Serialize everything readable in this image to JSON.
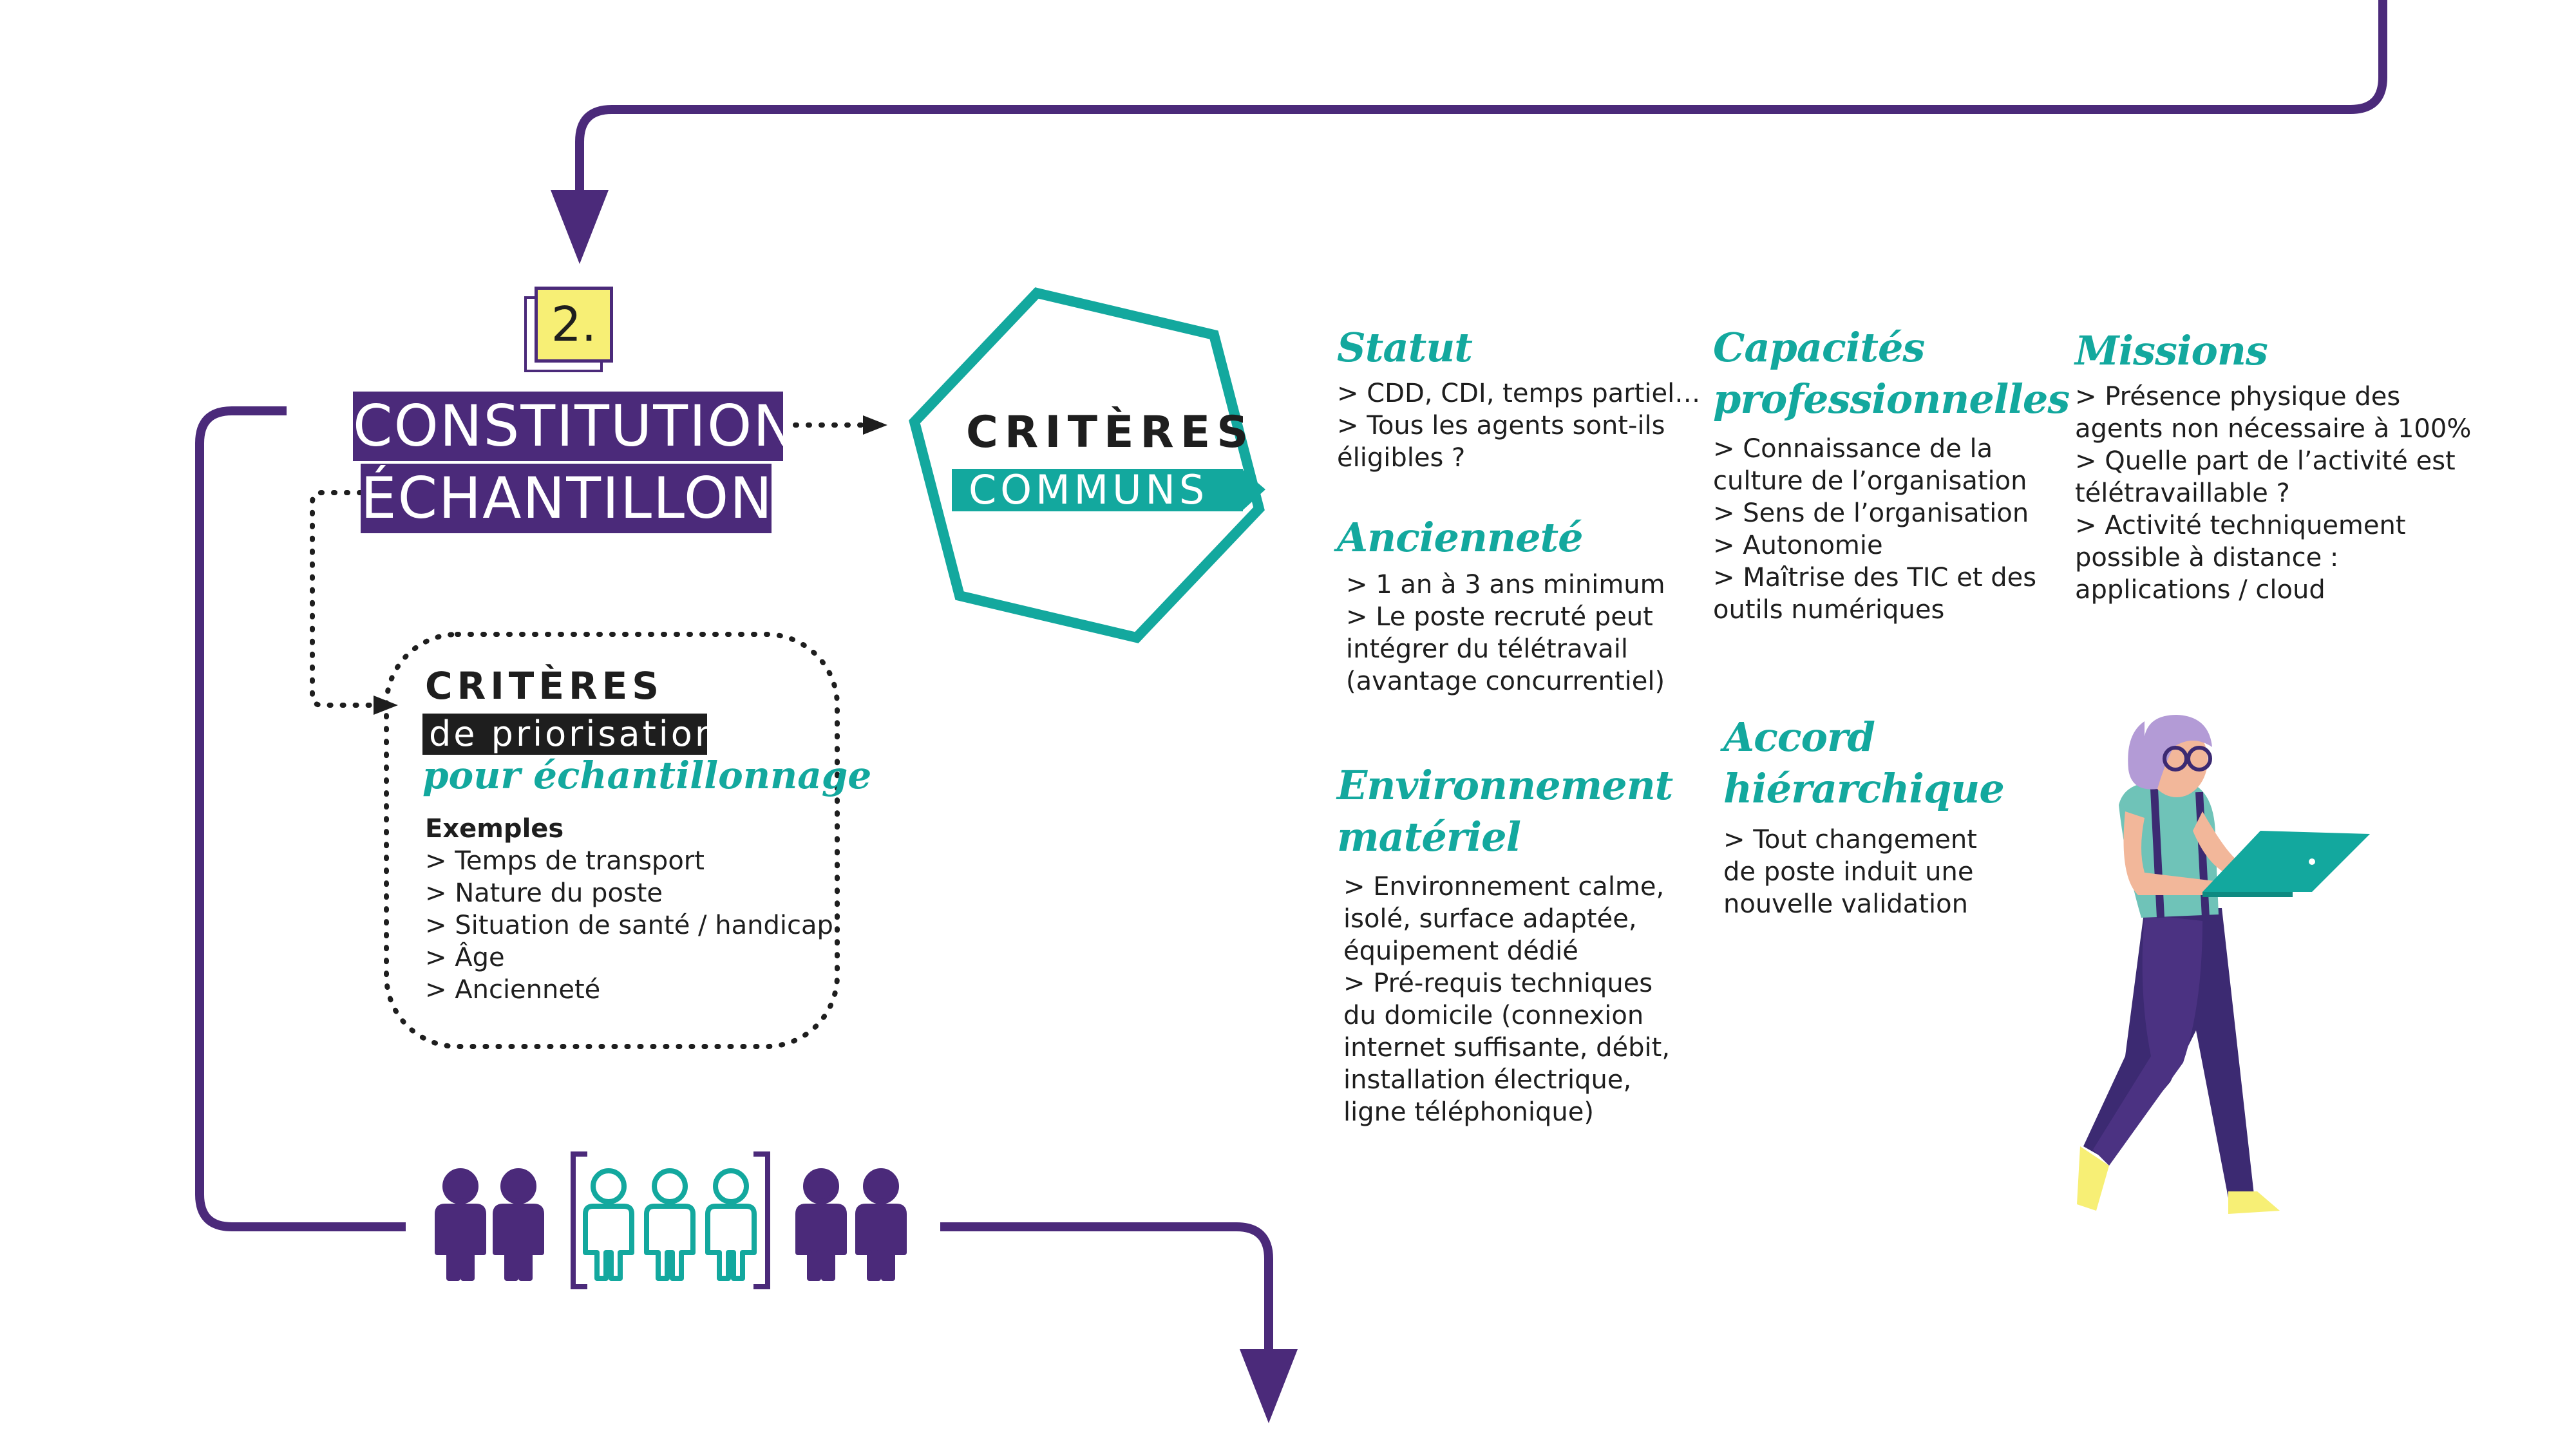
{
  "step": {
    "number": "2.",
    "title_line1": "CONSTITUTION",
    "title_line2": "ÉCHANTILLON"
  },
  "criteres_communs": {
    "title": "CRITÈRES",
    "subtitle": "COMMUNS"
  },
  "priorisation": {
    "title": "CRITÈRES",
    "bar": "de priorisation",
    "subtitle": "pour échantillonnage",
    "examples_label": "Exemples",
    "examples": [
      "> Temps de transport",
      "> Nature du poste",
      "> Situation de santé / handicap",
      "> Âge",
      "> Ancienneté"
    ]
  },
  "criteria": [
    {
      "key": "statut",
      "title_lines": [
        "Statut"
      ],
      "lines": [
        "> CDD, CDI, temps partiel…",
        "> Tous les agents sont-ils",
        "éligibles ?"
      ]
    },
    {
      "key": "anciennete",
      "title_lines": [
        "Ancienneté"
      ],
      "lines": [
        "> 1 an à 3 ans minimum",
        "> Le poste recruté peut",
        "intégrer du télétravail",
        "(avantage concurrentiel)"
      ]
    },
    {
      "key": "environnement",
      "title_lines": [
        "Environnement",
        "matériel"
      ],
      "lines": [
        "> Environnement calme,",
        "isolé, surface adaptée,",
        "équipement dédié",
        "> Pré-requis techniques",
        "du domicile (connexion",
        "internet suffisante, débit,",
        "installation électrique,",
        "ligne téléphonique)"
      ]
    },
    {
      "key": "capacites",
      "title_lines": [
        "Capacités",
        "professionnelles"
      ],
      "lines": [
        "> Connaissance de la",
        "culture de l’organisation",
        "> Sens de l’organisation",
        "> Autonomie",
        "> Maîtrise des TIC et des",
        "outils numériques"
      ]
    },
    {
      "key": "accord",
      "title_lines": [
        "Accord",
        "hiérarchique"
      ],
      "lines": [
        "> Tout changement",
        "de poste induit une",
        "nouvelle validation"
      ]
    },
    {
      "key": "missions",
      "title_lines": [
        "Missions"
      ],
      "lines": [
        "> Présence physique des",
        "agents non nécessaire à 100%",
        "> Quelle part de l’activité est",
        "télétravaillable ?",
        "> Activité techniquement",
        "possible à distance :",
        "applications / cloud"
      ]
    }
  ],
  "people": {
    "total": 7,
    "selected": 3
  },
  "colors": {
    "purple": "#4b2a7a",
    "teal": "#13a89e",
    "yellow": "#f7ef75",
    "text": "#1e1e1e"
  }
}
